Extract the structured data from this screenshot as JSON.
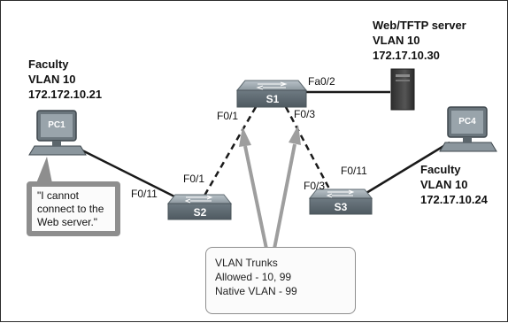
{
  "server": {
    "title": "Web/TFTP server",
    "vlan": "VLAN 10",
    "ip": "172.17.10.30"
  },
  "faculty_left": {
    "title": "Faculty",
    "vlan": "VLAN 10",
    "ip": "172.172.10.21"
  },
  "faculty_right": {
    "title": "Faculty",
    "vlan": "VLAN 10",
    "ip": "172.17.10.24"
  },
  "devices": {
    "pc1": "PC1",
    "pc4": "PC4",
    "s1": "S1",
    "s2": "S2",
    "s3": "S3"
  },
  "ports": {
    "s1_fa02": "Fa0/2",
    "s1_f01": "F0/1",
    "s1_f03": "F0/3",
    "s2_f01": "F0/1",
    "s2_f011": "F0/11",
    "s3_f03": "F0/3",
    "s3_f011": "F0/11"
  },
  "callout": {
    "line1": "\"I cannot",
    "line2": "connect to the",
    "line3": "Web server.\""
  },
  "trunk_info": {
    "line1": "VLAN Trunks",
    "line2": "Allowed - 10, 99",
    "line3": "Native VLAN - 99"
  },
  "colors": {
    "link": "#1a1a1a",
    "switch": "#7a858c",
    "arrow": "#9e9e9e",
    "server": "#3c3c3c"
  }
}
